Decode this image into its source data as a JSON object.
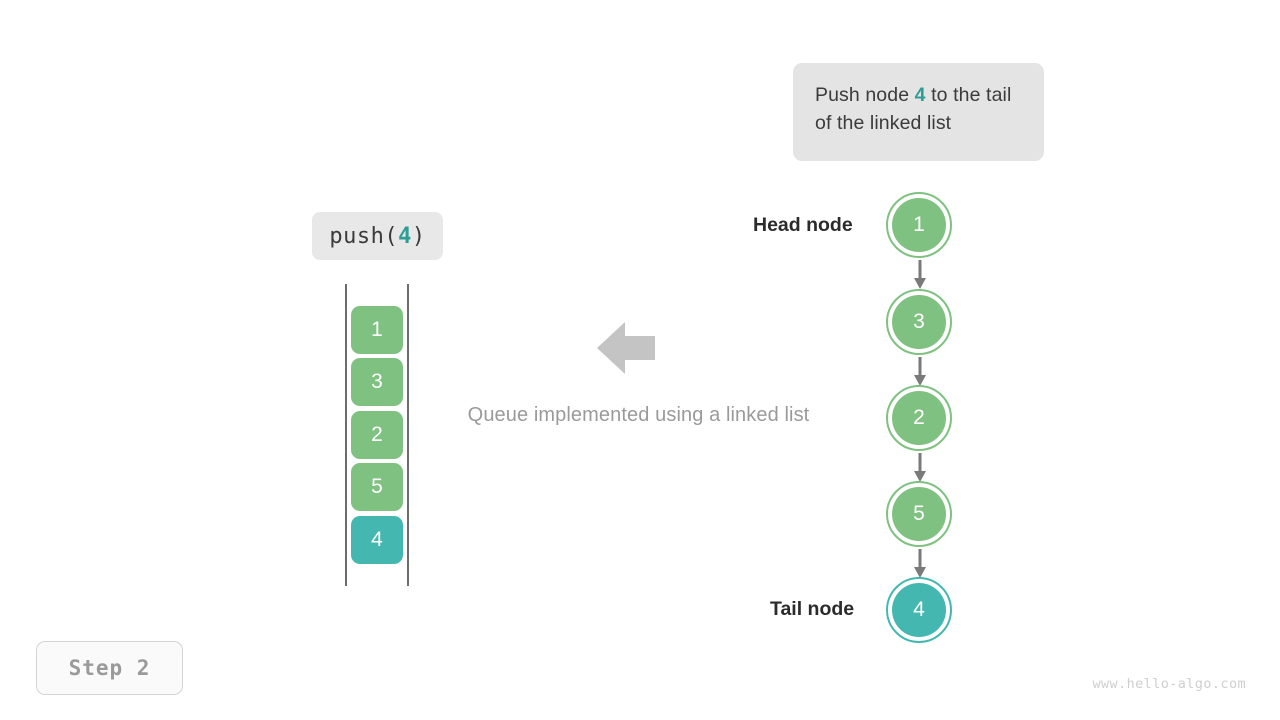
{
  "description": {
    "prefix": "Push node ",
    "highlight": "4",
    "suffix": " to the tail of the linked list"
  },
  "operation": {
    "name": "push(",
    "argument": "4",
    "close": ")"
  },
  "queue": {
    "cells": [
      {
        "value": "1",
        "state": "normal"
      },
      {
        "value": "3",
        "state": "normal"
      },
      {
        "value": "2",
        "state": "normal"
      },
      {
        "value": "5",
        "state": "normal"
      },
      {
        "value": "4",
        "state": "highlight"
      }
    ]
  },
  "caption": "Queue implemented using a linked list",
  "linked_list": {
    "nodes": [
      {
        "value": "1",
        "state": "normal"
      },
      {
        "value": "3",
        "state": "normal"
      },
      {
        "value": "2",
        "state": "normal"
      },
      {
        "value": "5",
        "state": "normal"
      },
      {
        "value": "4",
        "state": "highlight"
      }
    ],
    "head_label": "Head node",
    "tail_label": "Tail node"
  },
  "step_badge": "Step 2",
  "watermark": "www.hello-algo.com",
  "colors": {
    "normal": "#7fc181",
    "highlight": "#44b8b0",
    "accent_text": "#2e9e94",
    "callout_bg": "#e4e4e4",
    "arrow_gray": "#c4c4c4",
    "connector_gray": "#7a7a7a",
    "muted_text": "#9a9a9a"
  }
}
